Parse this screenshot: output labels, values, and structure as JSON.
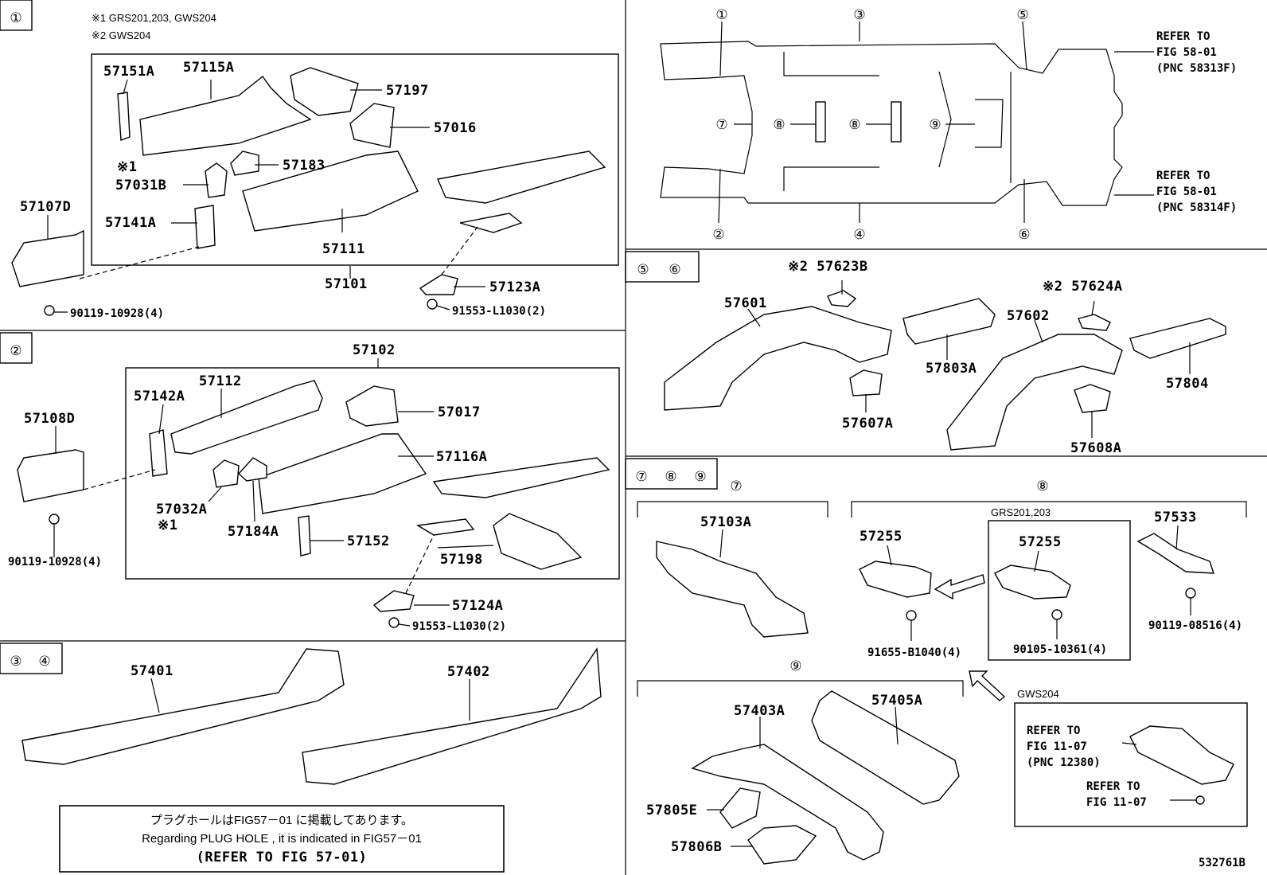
{
  "page_code": "532761B",
  "panel1": {
    "tag": "①",
    "footnote1": "※1 GRS201,203, GWS204",
    "footnote2": "※2 GWS204",
    "parts": {
      "p57151A": "57151A",
      "p57115A": "57115A",
      "p57197": "57197",
      "p57016": "57016",
      "mark1": "※1",
      "p57031B": "57031B",
      "p57183": "57183",
      "p57107D": "57107D",
      "p57141A": "57141A",
      "p57111": "57111",
      "p57101": "57101",
      "p57123A": "57123A",
      "bolt1": "90119-10928(4)",
      "bolt2": "91553-L1030(2)"
    }
  },
  "panel2": {
    "tag": "②",
    "parts": {
      "p57102": "57102",
      "p57112": "57112",
      "p57142A": "57142A",
      "p57017": "57017",
      "p57108D": "57108D",
      "p57116A": "57116A",
      "p57032A": "57032A",
      "mark1": "※1",
      "p57184A": "57184A",
      "p57152": "57152",
      "p57198": "57198",
      "p57124A": "57124A",
      "bolt1": "90119-10928(4)",
      "bolt2": "91553-L1030(2)"
    }
  },
  "panel34": {
    "tag3": "③",
    "tag4": "④",
    "parts": {
      "p57401": "57401",
      "p57402": "57402"
    },
    "note_jp": "プラグホールはFIG57－01 に掲載してあります。",
    "note_en": "Regarding PLUG HOLE , it is indicated in FIG57－01",
    "note_ref": "(REFER TO FIG 57-01)"
  },
  "overview": {
    "callouts": [
      "①",
      "③",
      "⑤",
      "⑦",
      "⑧",
      "⑧",
      "⑨",
      "②",
      "④",
      "⑥"
    ],
    "ref_top": [
      "REFER TO",
      "FIG 58-01",
      "(PNC 58313F)"
    ],
    "ref_bottom": [
      "REFER TO",
      "FIG 58-01",
      "(PNC 58314F)"
    ]
  },
  "panel56": {
    "tag5": "⑤",
    "tag6": "⑥",
    "parts": {
      "p57623B": "※2 57623B",
      "p57601": "57601",
      "p57803A": "57803A",
      "p57607A": "57607A",
      "p57624A": "※2 57624A",
      "p57602": "57602",
      "p57804": "57804",
      "p57608A": "57608A"
    }
  },
  "panel789": {
    "tag7": "⑦",
    "tag8": "⑧",
    "tag9": "⑨",
    "sub7": "⑦",
    "sub8": "⑧",
    "sub9": "⑨",
    "grs_label": "GRS201,203",
    "gws_label": "GWS204",
    "parts": {
      "p57103A": "57103A",
      "p57255a": "57255",
      "p57255b": "57255",
      "p57533": "57533",
      "bolt_a": "91655-B1040(4)",
      "bolt_b": "90105-10361(4)",
      "bolt_c": "90119-08516(4)",
      "p57405A": "57405A",
      "p57403A": "57403A",
      "p57805E": "57805E",
      "p57806B": "57806B"
    },
    "ref1": [
      "REFER TO",
      "FIG 11-07",
      "(PNC 12380)"
    ],
    "ref2": [
      "REFER TO",
      "FIG 11-07"
    ]
  }
}
